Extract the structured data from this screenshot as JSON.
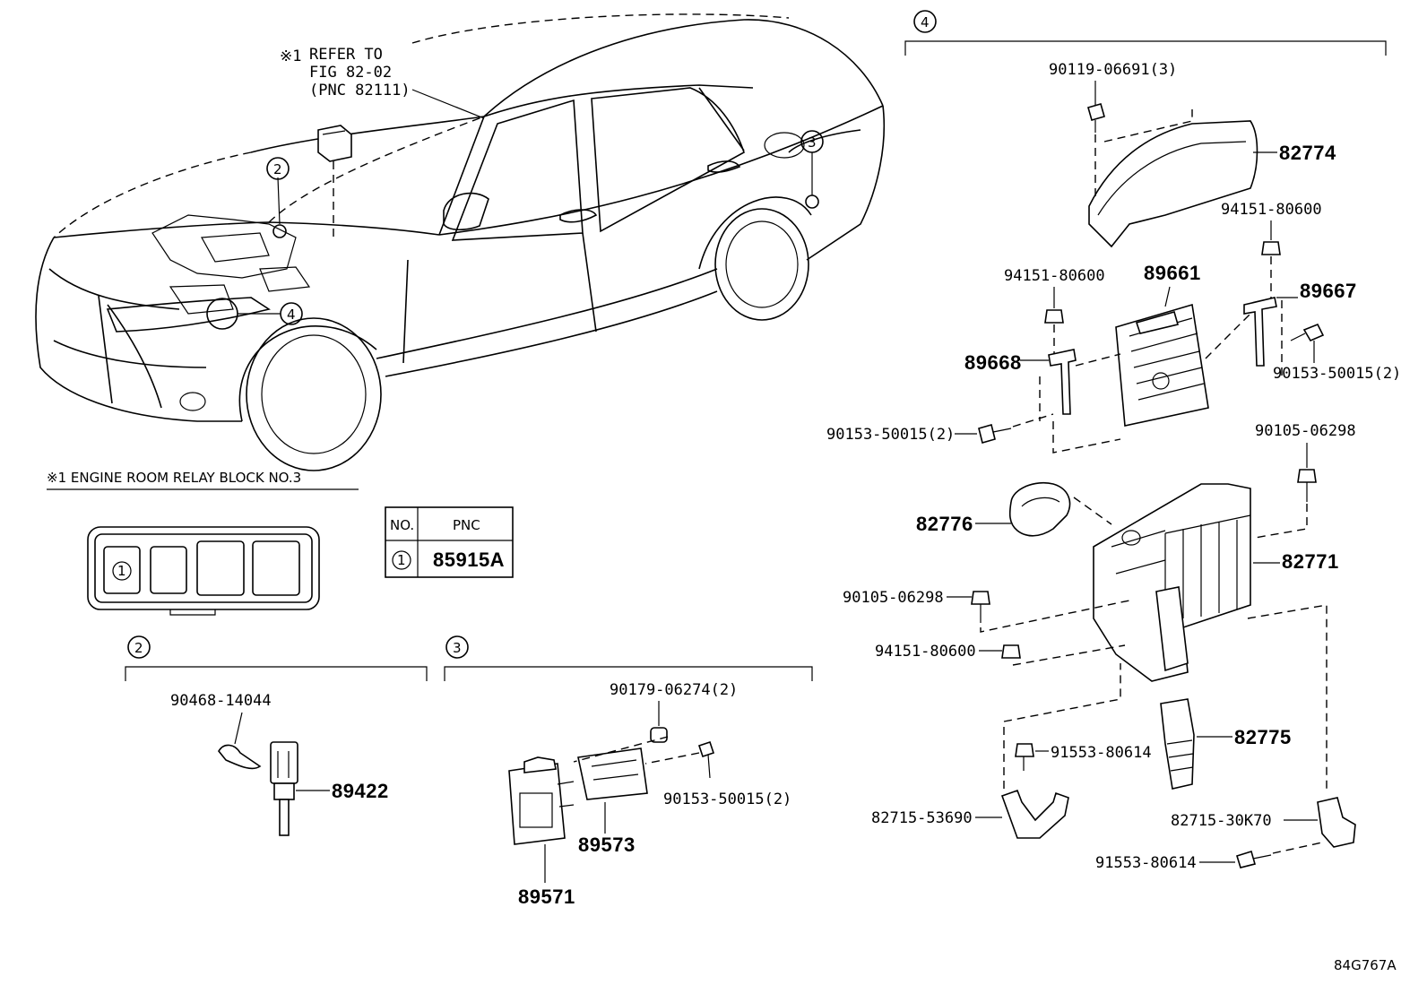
{
  "figure_id": "84G767A",
  "note_ref": {
    "marker": "※1",
    "lines": [
      "REFER TO",
      "FIG 82-02",
      "(PNC 82111)"
    ]
  },
  "relay_block": {
    "title": "※1 ENGINE ROOM RELAY BLOCK  NO.3",
    "slot_label": "1"
  },
  "pnc_table": {
    "headers": [
      "NO.",
      "PNC"
    ],
    "rows": [
      {
        "no": "1",
        "pnc": "85915A"
      }
    ]
  },
  "callouts": {
    "c2": "2",
    "c3": "3",
    "c4": "4"
  },
  "groups": {
    "g2": "2",
    "g3": "3",
    "g4": "4"
  },
  "parts": {
    "p90468_14044": "90468-14044",
    "p89422": "89422",
    "p90179_06274": "90179-06274(2)",
    "p90153_50015_b": "90153-50015(2)",
    "p89573": "89573",
    "p89571": "89571",
    "p90119_06691": "90119-06691(3)",
    "p82774": "82774",
    "p94151_80600_a": "94151-80600",
    "p94151_80600_b": "94151-80600",
    "p89661": "89661",
    "p89667": "89667",
    "p89668": "89668",
    "p90153_50015_r": "90153-50015(2)",
    "p90153_50015_l": "90153-50015(2)",
    "p90105_06298_a": "90105-06298",
    "p82776": "82776",
    "p82771": "82771",
    "p90105_06298_b": "90105-06298",
    "p94151_80600_c": "94151-80600",
    "p82775": "82775",
    "p91553_80614_a": "91553-80614",
    "p82715_53690": "82715-53690",
    "p82715_30K70": "82715-30K70",
    "p91553_80614_b": "91553-80614"
  }
}
